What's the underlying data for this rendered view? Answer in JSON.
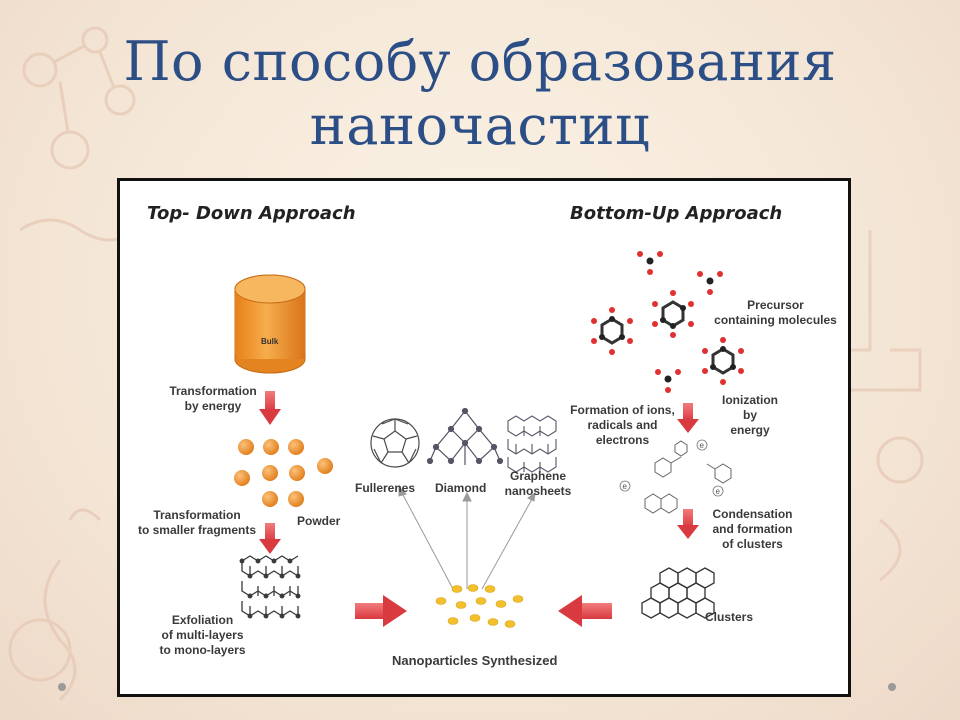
{
  "slide": {
    "title_line1": "По способу образования",
    "title_line2": "наночастиц"
  },
  "figure": {
    "top_down_title": "Top- Down Approach",
    "bottom_up_title": "Bottom-Up Approach",
    "bulk_label": "Bulk",
    "transformation_energy": [
      "Transformation",
      "by energy"
    ],
    "transformation_fragments": [
      "Transformation",
      "to smaller fragments"
    ],
    "powder": "Powder",
    "exfoliation": [
      "Exfoliation",
      "of multi-layers",
      "to mono-layers"
    ],
    "fullerenes": "Fullerenes",
    "diamond": "Diamond",
    "graphene": [
      "Graphene",
      "nanosheets"
    ],
    "nanoparticles": "Nanoparticles Synthesized",
    "precursor": [
      "Precursor",
      "containing molecules"
    ],
    "ionization": [
      "Ionization",
      "by",
      "energy"
    ],
    "formation_ions": [
      "Formation of ions,",
      "radicals and",
      "electrons"
    ],
    "condensation": [
      "Condensation",
      "and formation",
      "of clusters"
    ],
    "clusters": "Clusters",
    "electron_symbol": "e"
  },
  "colors": {
    "title": "#2c4e86",
    "bulk_orange": "#f0962a",
    "arrow_red": "#e0454a",
    "molecule_red": "#e03030",
    "nanoparticle_yellow": "#f2c02c"
  }
}
